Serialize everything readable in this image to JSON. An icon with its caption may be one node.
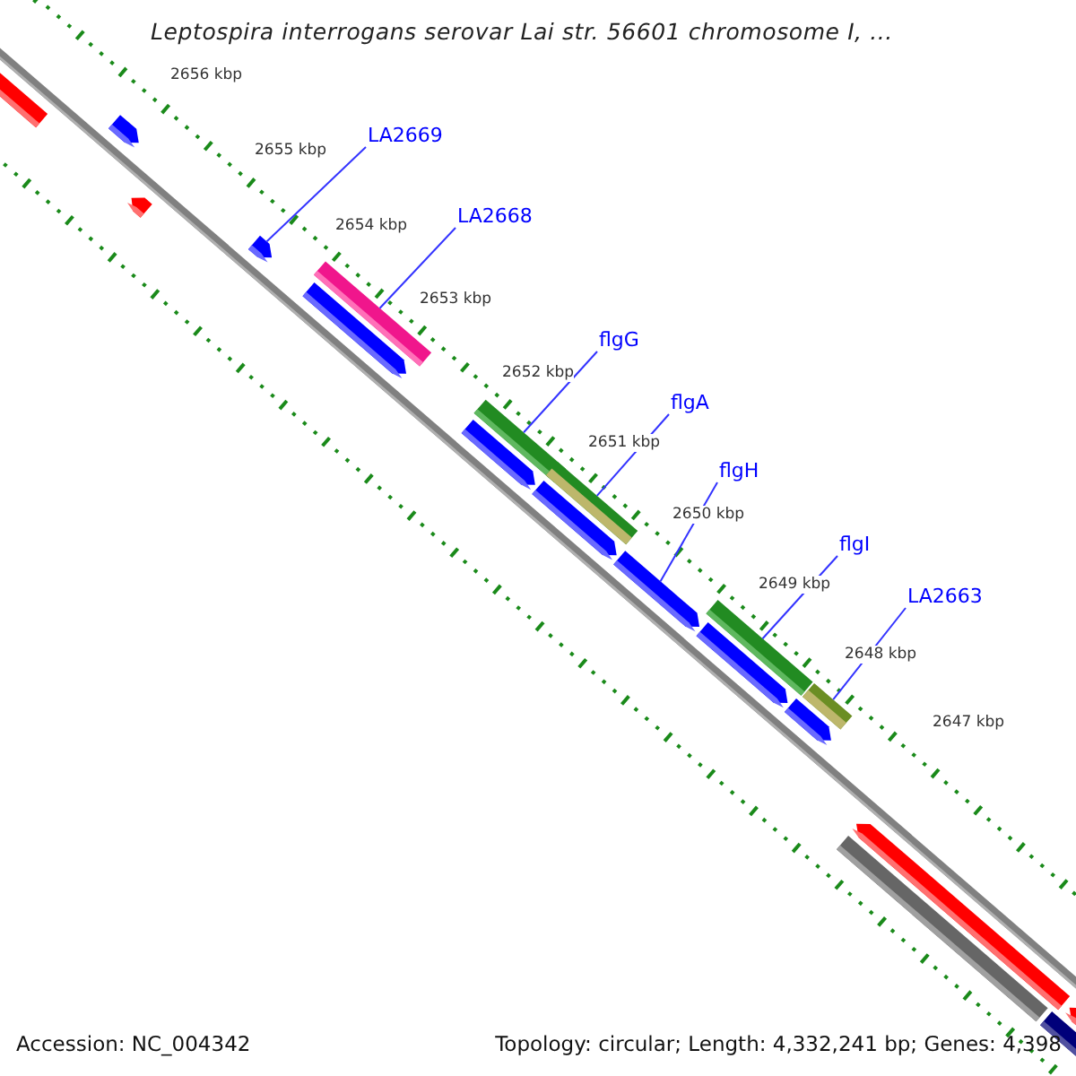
{
  "diagram": {
    "title": "Leptospira interrogans serovar Lai str. 56601 chromosome I, ...",
    "nodes": [
      {
        "text": [
          "LA2669"
        ]
      },
      {
        "text": [
          "LA2668"
        ]
      },
      {
        "text": [
          "flgG"
        ]
      },
      {
        "text": [
          "flgA"
        ]
      },
      {
        "text": [
          "flgH"
        ]
      },
      {
        "text": [
          "flgI"
        ]
      },
      {
        "text": [
          "LA2663"
        ]
      },
      {
        "text": [],
        "shape": "bar"
      },
      {
        "text": [],
        "shape": "bar"
      },
      {
        "text": [],
        "shape": "bar"
      },
      {
        "text": [],
        "shape": "bar"
      },
      {
        "text": [],
        "shape": "bar"
      },
      {
        "text": [],
        "shape": "bar"
      },
      {
        "text": [],
        "shape": "bar"
      }
    ],
    "edges": [
      {
        "from": 0,
        "to": 7,
        "arrow": "none"
      },
      {
        "from": 1,
        "to": 8,
        "arrow": "none"
      },
      {
        "from": 2,
        "to": 9,
        "arrow": "none"
      },
      {
        "from": 3,
        "to": 10,
        "arrow": "none"
      },
      {
        "from": 4,
        "to": 11,
        "arrow": "none"
      },
      {
        "from": 5,
        "to": 12,
        "arrow": "none"
      },
      {
        "from": 6,
        "to": 13,
        "arrow": "none"
      }
    ],
    "labels": [
      "2656 kbp",
      "2655 kbp",
      "2654 kbp",
      "2653 kbp",
      "2652 kbp",
      "2651 kbp",
      "2650 kbp",
      "2649 kbp",
      "2648 kbp",
      "2647 kbp",
      "Accession: NC_004342",
      "Topology: circular; Length: 4,332,241 bp; Genes: 4,398"
    ]
  }
}
